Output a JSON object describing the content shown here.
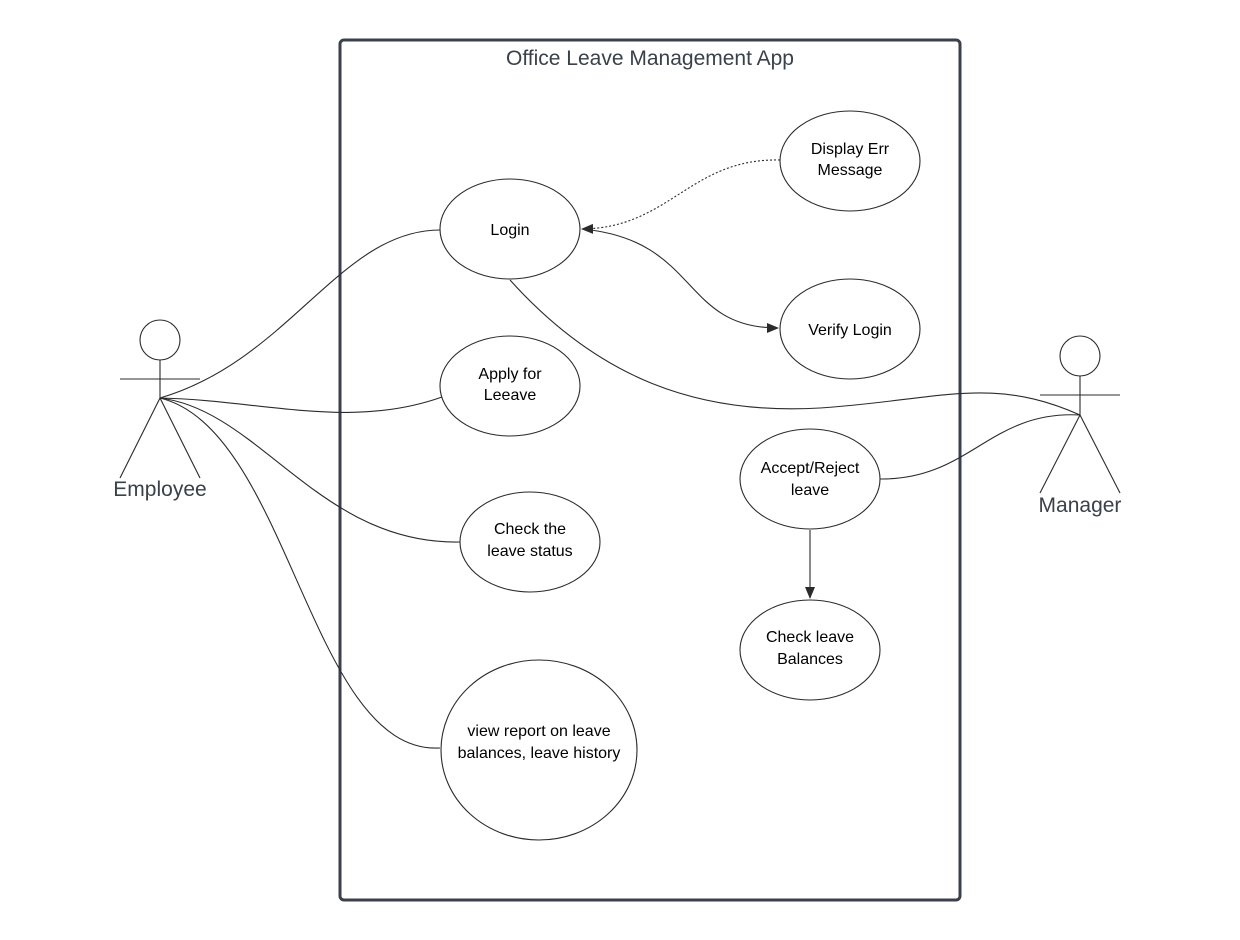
{
  "system": {
    "title": "Office Leave Management App"
  },
  "actors": {
    "employee": "Employee",
    "manager": "Manager"
  },
  "use_cases": {
    "login": [
      "Login"
    ],
    "display_err": [
      "Display Err",
      "Message"
    ],
    "verify_login": [
      "Verify Login"
    ],
    "apply_leave": [
      "Apply for",
      "Leeave"
    ],
    "check_status": [
      "Check the",
      "leave status"
    ],
    "view_report": [
      "view report on leave",
      "balances, leave history"
    ],
    "accept_reject": [
      "Accept/Reject",
      "leave"
    ],
    "check_balances": [
      "Check leave",
      "Balances"
    ]
  },
  "colors": {
    "stroke": "#2b2b2b",
    "border": "#3a414a",
    "label": "#3a414a",
    "text": "#000000"
  }
}
